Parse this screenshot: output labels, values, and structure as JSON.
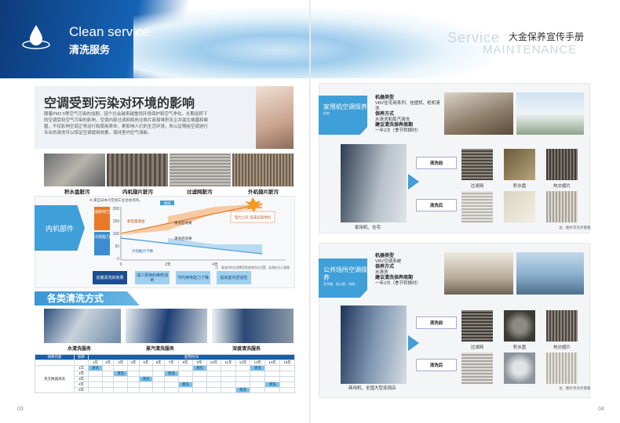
{
  "header": {
    "brand_en": "Clean service",
    "brand_cn": "清洗服务",
    "service_en": "Service",
    "maintenance_en": "MAINTENANCE",
    "manual_title": "大金保养宣传手册"
  },
  "left": {
    "title": "空调受到污染对环境的影响",
    "paragraph": "随着PM2.5等空气污染的加剧，因个社会越来越重视环境保护和空气净化。长期运转下的空调受到空气污染的影响，空调内部过滤网和热交换片容易堆积灰尘并滋生细菌和霉菌，不仅影响空调正常运行和使用寿命，更影响人们的生活环境，所以定期给空调进行专业的清洗可以保证空调使用效果，保持室内空气清新。",
    "photos": [
      {
        "label": "积水盘脏污"
      },
      {
        "label": "内机翅片脏污"
      },
      {
        "label": "过滤网脏污"
      },
      {
        "label": "外机翅片脏污"
      }
    ],
    "chart": {
      "side_label": "内机部件",
      "note": "※ 来自日本冷空调工业协会资料。",
      "y_top_label": "消耗电力",
      "y_bottom_label": "冷热能力",
      "clean_tag": "清洗",
      "arrow_power_up": "电力上升 造成异常停机",
      "label_power_add": "耗电量增加",
      "label_after_clean_1": "清洗后效果",
      "label_after_clean_2": "清洗后效果",
      "label_capacity_down": "冷热能力下降",
      "ticks_y": [
        "200",
        "150",
        "100",
        "50",
        "0"
      ],
      "ticks_x": [
        "0",
        "2年",
        "4年"
      ],
      "footnote": "注：清洗时的全部费用等使用所在设置，此图仅为示意图",
      "effects_label": "定期清洗的效果",
      "effects": [
        "减少更换的维修消耗",
        "节约用电能力下降",
        "提高室内舒适性"
      ]
    },
    "methods": {
      "title": "各类清洗方式",
      "items": [
        "水清洗服务",
        "蒸汽清洗服务",
        "深度清洗服务"
      ]
    },
    "schedule": {
      "header_left": "保养内容",
      "header_freq": "频率",
      "header_years": "使用时间",
      "years": [
        "1年",
        "2年",
        "3年",
        "4年",
        "5年",
        "6年",
        "7年",
        "8年",
        "9年",
        "10年",
        "11年",
        "12年",
        "13年",
        "14年",
        "15年"
      ],
      "row_group": "热交换器清洗",
      "rows": [
        {
          "freq": "1年",
          "cells": [
            "清洗",
            "",
            "",
            "",
            "",
            "",
            "",
            "",
            "清洗",
            "",
            "",
            "",
            "清洗",
            "",
            ""
          ]
        },
        {
          "freq": "2年",
          "cells": [
            "",
            "",
            "清洗",
            "",
            "",
            "",
            "清洗",
            "",
            "",
            "",
            "",
            "",
            "",
            "",
            ""
          ]
        },
        {
          "freq": "3年",
          "cells": [
            "",
            "",
            "",
            "",
            "清洗",
            "",
            "",
            "",
            "",
            "",
            "",
            "",
            "",
            "",
            ""
          ]
        },
        {
          "freq": "4年",
          "cells": [
            "",
            "",
            "",
            "",
            "",
            "",
            "",
            "清洗",
            "",
            "",
            "",
            "",
            "",
            "清洗",
            ""
          ]
        },
        {
          "freq": "5年",
          "cells": [
            "",
            "",
            "",
            "",
            "",
            "",
            "",
            "",
            "",
            "",
            "",
            "清洗",
            "",
            "",
            ""
          ]
        }
      ]
    },
    "page_no": "03"
  },
  "right": {
    "home": {
      "tag": "家用机空调保养",
      "tag_small": "住宅",
      "type_label": "机器类型",
      "type_value": "VRV住宅用系列、挂壁机、柜机清洗",
      "method_label": "保养方式",
      "method_value": "水清洗和蒸汽清洗",
      "period_label": "建议清洗保养周期",
      "period_value": "一年2次（季节转换时）",
      "caption": "家用机、住宅",
      "before": "清洗前",
      "after": "清洗后",
      "thumbs": [
        "过滤网",
        "积水盘",
        "热交翅片"
      ],
      "note": "注：图片仅为示意图"
    },
    "public": {
      "tag": "公共场所空调保养",
      "tag_small": "写字楼、办公室、机场...",
      "type_label": "机器类型",
      "type_value": "VRV空调系统",
      "method_label": "保养方式",
      "method_value": "水清洗",
      "period_label": "建议清洗保养周期",
      "period_value": "一年2次（季节转换时）",
      "caption": "商用机、全国大型连锁店",
      "before": "清洗前",
      "after": "清洗后",
      "thumbs": [
        "过滤网",
        "积水盘",
        "热交翅片"
      ],
      "note": "注：图片仅为示意图"
    },
    "page_no": "04"
  }
}
